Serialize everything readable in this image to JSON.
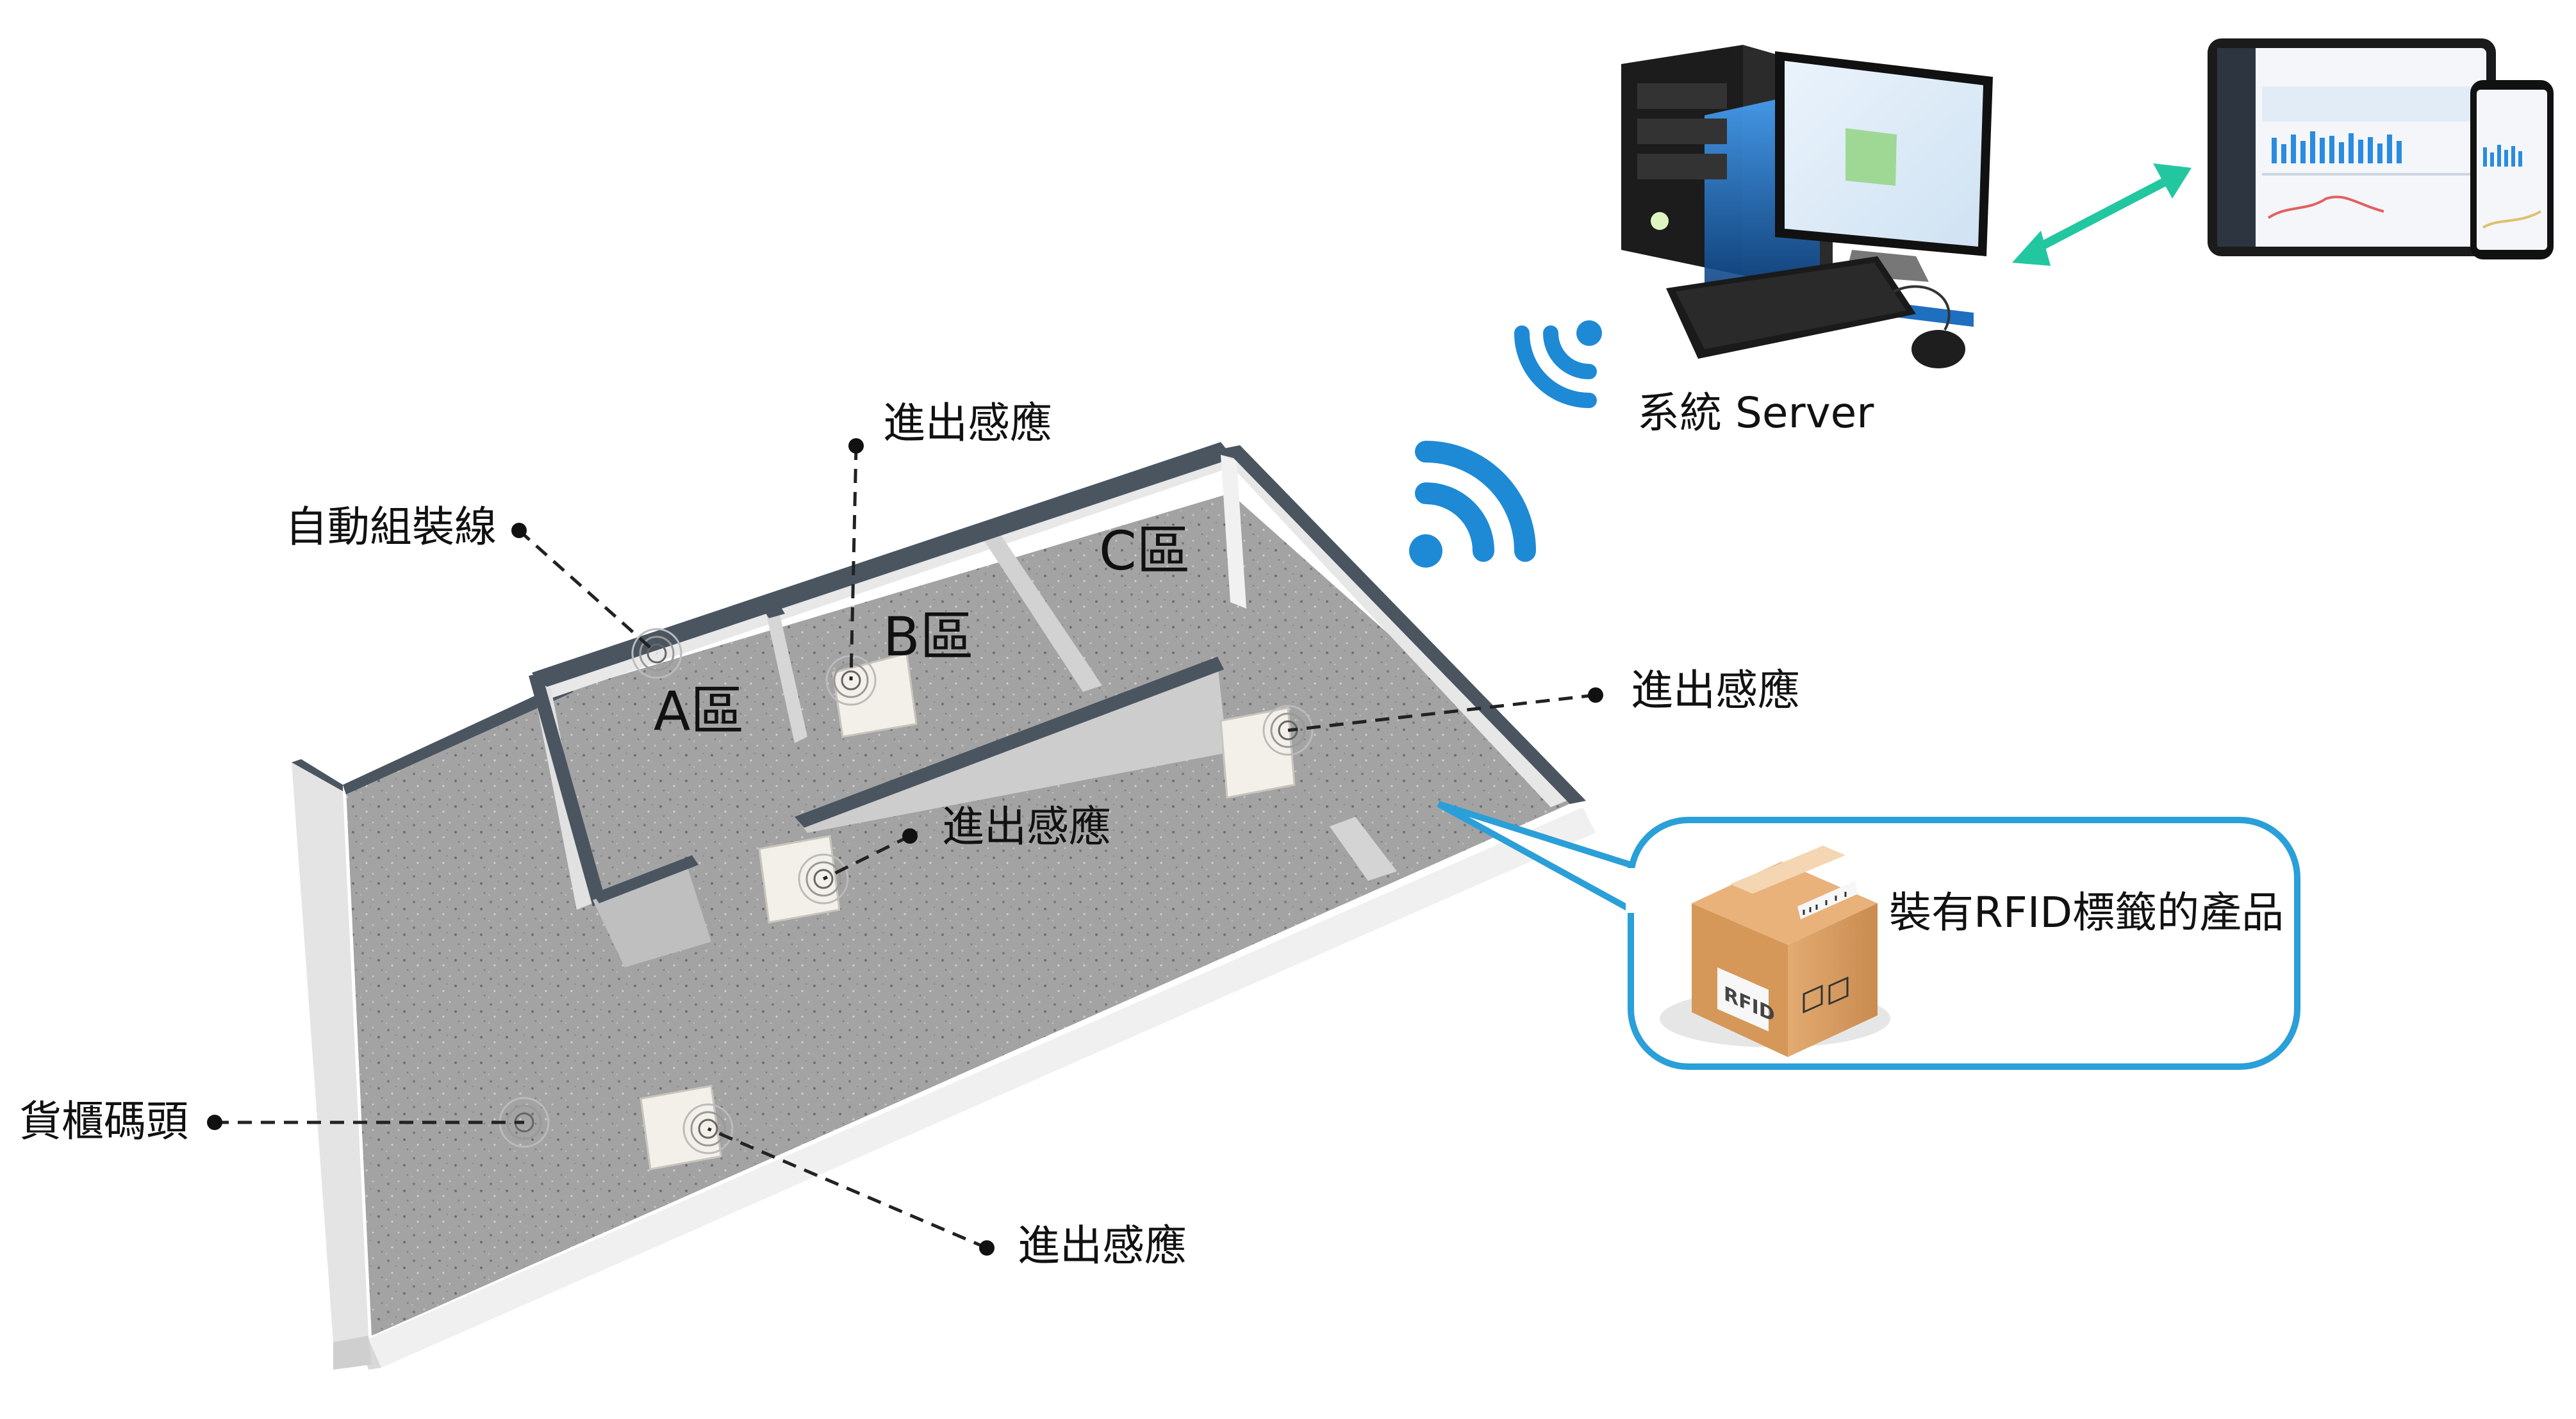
{
  "labels": {
    "assembly_line": "自動組裝線",
    "sensor_top": "進出感應",
    "sensor_right": "進出感應",
    "sensor_middle": "進出感應",
    "sensor_bottom": "進出感應",
    "shelf_head": "貨櫃碼頭",
    "server": "系統 Server"
  },
  "zones": {
    "a": "A區",
    "b": "B區",
    "c": "C區"
  },
  "callout": {
    "text": "裝有RFID標籤的產品",
    "box_label": "RFID"
  },
  "colors": {
    "wall_top": "#4a5560",
    "wall_face": "#dadada",
    "floor": "#9c9c9c",
    "wifi_blue": "#1e8ad6",
    "callout_border": "#2a9fd8",
    "arrow_teal": "#22c7a0"
  }
}
